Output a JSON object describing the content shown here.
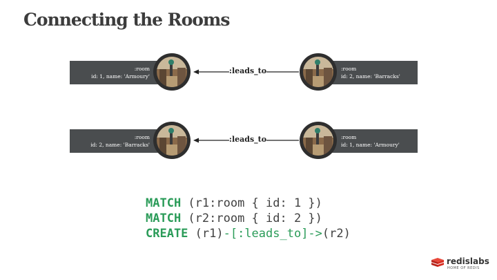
{
  "title": "Connecting the Rooms",
  "rows": [
    {
      "left": {
        "label": ":room",
        "props": "id: 1, name: 'Armoury'"
      },
      "edge": ":leads_to",
      "right": {
        "label": ":room",
        "props": "id: 2, name: 'Barracks'"
      }
    },
    {
      "left": {
        "label": ":room",
        "props": "id: 2, name: 'Barracks'"
      },
      "edge": ":leads_to",
      "right": {
        "label": ":room",
        "props": "id: 1, name: 'Armoury'"
      }
    }
  ],
  "code": {
    "line1": {
      "kw": "MATCH",
      "rest": " (r1:room { id: 1 })"
    },
    "line2": {
      "kw": "MATCH",
      "rest": " (r2:room { id: 2 })"
    },
    "line3": {
      "kw": "CREATE",
      "a": " (r1)",
      "rel": "-[:leads_to]->",
      "b": "(r2)"
    }
  },
  "logo": {
    "text": "redislabs",
    "sub": "HOME OF REDIS",
    "color": "#d82c20"
  },
  "colors": {
    "keyword": "#2a9b58",
    "label_box": "#4a4d4f",
    "title": "#3c3c3c"
  }
}
